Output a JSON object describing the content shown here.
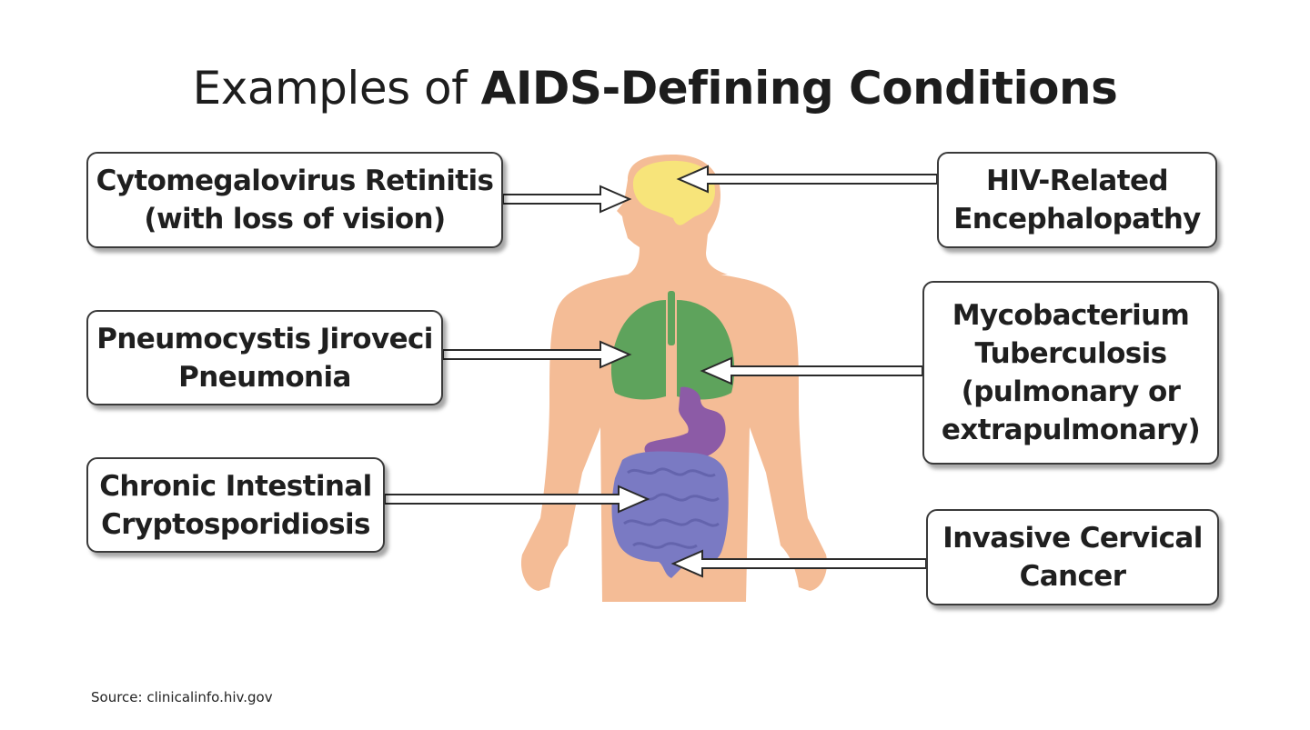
{
  "title": {
    "regular": "Examples of",
    "bold": "AIDS-Defining Conditions"
  },
  "conditions": {
    "cmv": [
      "Cytomegalovirus Retinitis",
      "(with loss of vision)"
    ],
    "pcp": [
      "Pneumocystis Jiroveci",
      "Pneumonia"
    ],
    "crypto": [
      "Chronic Intestinal",
      "Cryptosporidiosis"
    ],
    "hiv": [
      "HIV-Related",
      "Encephalopathy"
    ],
    "mtb": [
      "Mycobacterium",
      "Tuberculosis",
      "(pulmonary or",
      "extrapulmonary)"
    ],
    "cervical": [
      "Invasive Cervical",
      "Cancer"
    ]
  },
  "source": "Source: clinicalinfo.hiv.gov",
  "colors": {
    "skin": "#f4bc96",
    "brain": "#f7e47a",
    "lungs": "#5ea35c",
    "stomach": "#8c5ba6",
    "intestines": "#7a7ac3",
    "border": "#3a3a3a"
  }
}
